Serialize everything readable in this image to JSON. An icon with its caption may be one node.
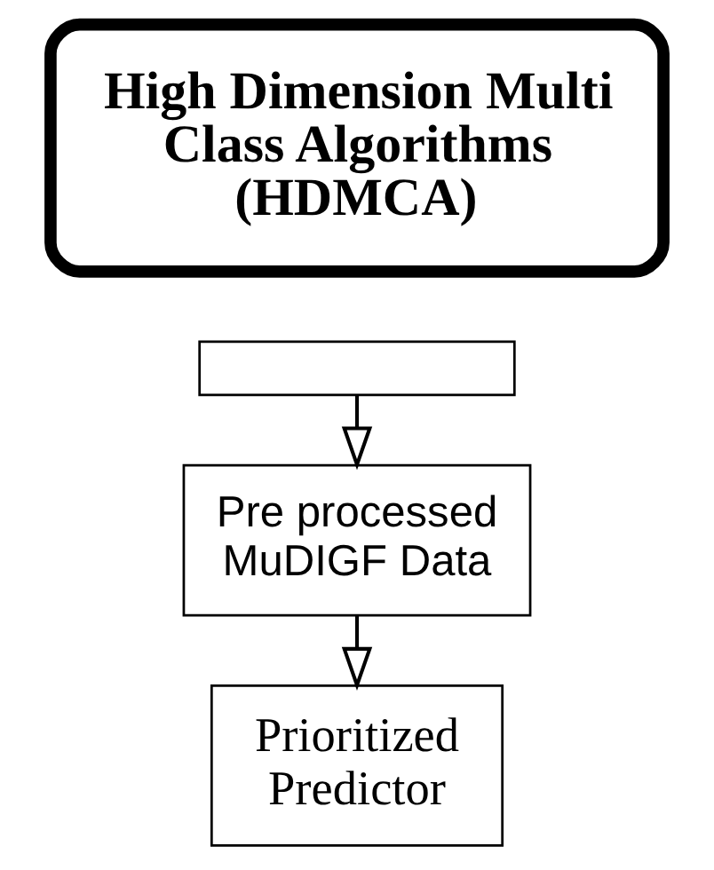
{
  "diagram": {
    "nodes": [
      {
        "text": [
          "High Dimension Multi Class Algorithms (HDMCA)"
        ]
      },
      {
        "text": [],
        "shape": "box"
      },
      {
        "text": [
          "Pre processed MuDIGF Data"
        ]
      },
      {
        "text": [
          "Prioritized Predictor"
        ]
      }
    ],
    "edges": [
      {
        "from": 1,
        "to": 2,
        "arrow": "to"
      },
      {
        "from": 2,
        "to": 3,
        "arrow": "to"
      }
    ]
  }
}
